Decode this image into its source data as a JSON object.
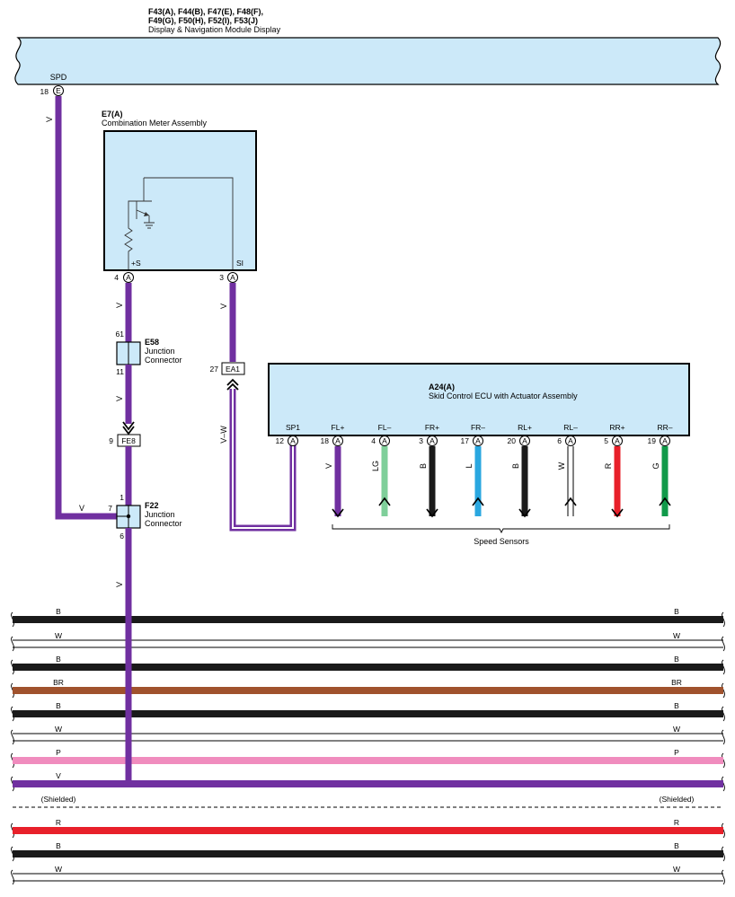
{
  "display_module": {
    "ids_line1": "F43(A), F44(B), F47(E), F48(F),",
    "ids_line2": "F49(G), F50(H), F52(I), F53(J)",
    "name": "Display & Navigation Module Display",
    "pin_label": "SPD",
    "pin_num": "18",
    "pin_letter": "E"
  },
  "meter": {
    "id": "E7(A)",
    "name": "Combination Meter Assembly",
    "pin_s_label": "+S",
    "pin_si_label": "SI",
    "pin_s_num": "4",
    "pin_si_num": "3",
    "pin_letter": "A"
  },
  "e58": {
    "id": "E58",
    "line1": "Junction",
    "line2": "Connector",
    "pin_top": "61",
    "pin_bottom": "11"
  },
  "fe8": {
    "pin_num": "9",
    "label": "FE8"
  },
  "f22": {
    "id": "F22",
    "line1": "Junction",
    "line2": "Connector",
    "pin_top": "1",
    "pin_left": "7",
    "pin_bottom": "6"
  },
  "ea1": {
    "pin_num": "27",
    "label": "EA1"
  },
  "ecu": {
    "id": "A24(A)",
    "name": "Skid Control ECU with Actuator Assembly",
    "pin_letter": "A",
    "pins": [
      {
        "label": "SP1",
        "num": "12"
      },
      {
        "label": "FL+",
        "num": "18",
        "color": "V"
      },
      {
        "label": "FL–",
        "num": "4",
        "color": "LG"
      },
      {
        "label": "FR+",
        "num": "3",
        "color": "B"
      },
      {
        "label": "FR–",
        "num": "17",
        "color": "L"
      },
      {
        "label": "RL+",
        "num": "20",
        "color": "B"
      },
      {
        "label": "RL–",
        "num": "6",
        "color": "W"
      },
      {
        "label": "RR+",
        "num": "5",
        "color": "R"
      },
      {
        "label": "RR–",
        "num": "19",
        "color": "G"
      }
    ],
    "speed_sensors": "Speed Sensors"
  },
  "wire_labels": {
    "spd_down": "V",
    "spd_to_f22": "V",
    "meter_s": "V",
    "e58_out": "V",
    "meter_si": "V",
    "ea1_out": "V–W",
    "f22_out": "V"
  },
  "bus": {
    "shielded_label": "(Shielded)",
    "wires": [
      {
        "label": "B",
        "hex": "#1a1a1a"
      },
      {
        "label": "W",
        "hex": "#ffffff"
      },
      {
        "label": "B",
        "hex": "#1a1a1a"
      },
      {
        "label": "BR",
        "hex": "#a0522d"
      },
      {
        "label": "B",
        "hex": "#1a1a1a"
      },
      {
        "label": "W",
        "hex": "#ffffff"
      },
      {
        "label": "P",
        "hex": "#f08cbe"
      },
      {
        "label": "V",
        "hex": "#7030a0"
      },
      {
        "label": "R",
        "hex": "#e8202a"
      },
      {
        "label": "B",
        "hex": "#1a1a1a"
      },
      {
        "label": "W",
        "hex": "#ffffff"
      }
    ]
  },
  "colors": {
    "violet": "#7030a0",
    "box_fill": "#cce9f9",
    "light_green": "#7fcf9a",
    "blue": "#2aa7e0",
    "red": "#e8202a",
    "green": "#119a4a",
    "black": "#1a1a1a",
    "brown": "#a0522d",
    "pink": "#f08cbe"
  }
}
